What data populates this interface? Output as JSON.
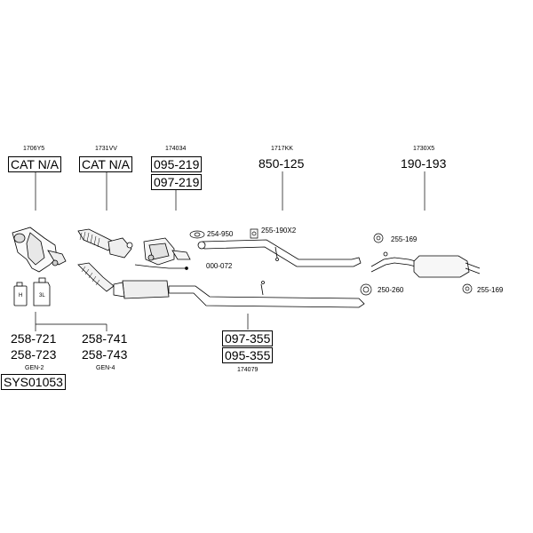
{
  "refs": {
    "r1": "1706Y5",
    "r2": "1731VV",
    "r3": "174034",
    "r4": "1717KK",
    "r5": "1730X5",
    "r6": "174079"
  },
  "parts": {
    "cat1": "CAT N/A",
    "cat2": "CAT N/A",
    "p095_219": "095-219",
    "p097_219": "097-219",
    "p850_125": "850-125",
    "p190_193": "190-193",
    "p258_721": "258-721",
    "p258_723": "258-723",
    "p258_741": "258-741",
    "p258_743": "258-743",
    "p097_355": "097-355",
    "p095_355": "095-355",
    "sys": "SYS01053"
  },
  "small_labels": {
    "l254_950": "254-950",
    "l255_190x2": "255-190X2",
    "l000_072": "000-072",
    "l255_169a": "255-169",
    "l250_260": "250-260",
    "l255_169b": "255-169"
  },
  "gen": {
    "g2": "GEN-2",
    "g4": "GEN-4"
  },
  "can_labels": {
    "c1": "H",
    "c2": "3L"
  }
}
